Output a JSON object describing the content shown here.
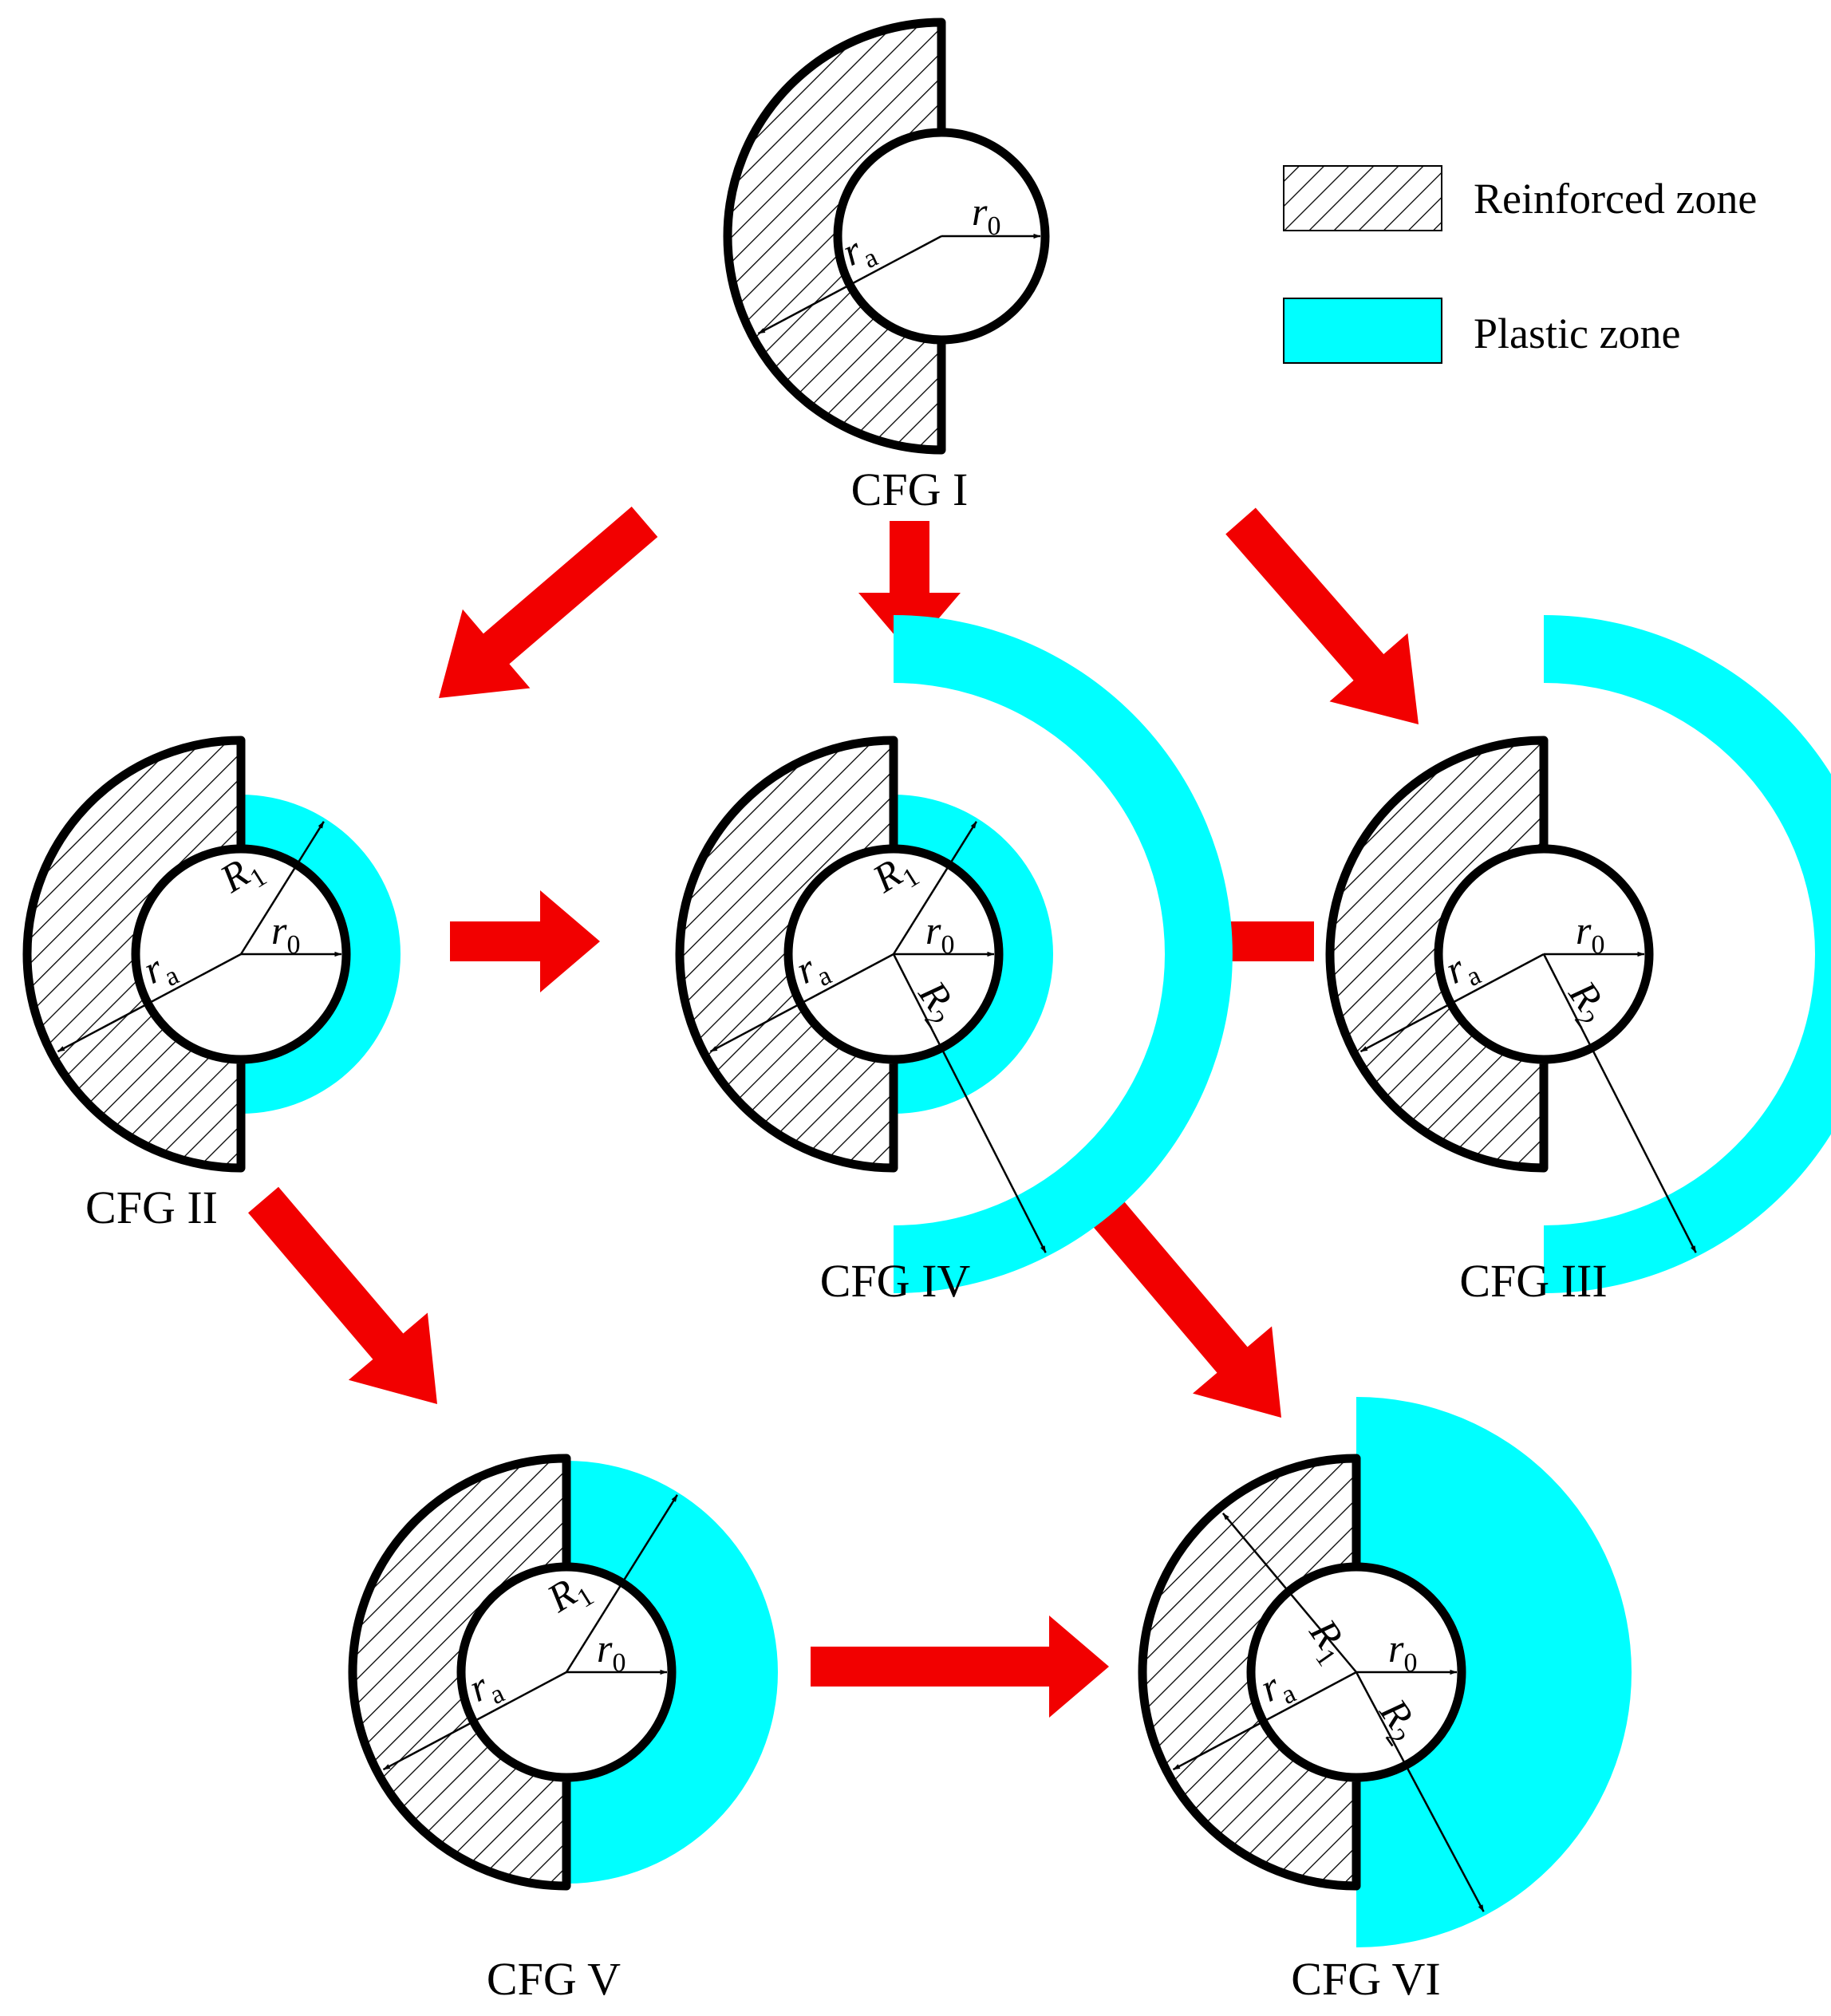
{
  "legend": {
    "reinforced_zone": "Reinforced zone",
    "plastic_zone": "Plastic zone"
  },
  "colors": {
    "plastic": "#00FFFF",
    "arrow": "#F20000",
    "outline": "#000000"
  },
  "symbols": {
    "r": "r",
    "R": "R",
    "sub_a": "a",
    "sub_0": "0",
    "sub_1": "1",
    "sub_2": "2"
  },
  "configurations": [
    {
      "id": "I",
      "label": "CFG I",
      "plastic_rings": []
    },
    {
      "id": "II",
      "label": "CFG II",
      "plastic_rings": [
        "R1"
      ]
    },
    {
      "id": "III",
      "label": "CFG III",
      "plastic_rings": [
        "R2"
      ]
    },
    {
      "id": "IV",
      "label": "CFG IV",
      "plastic_rings": [
        "R1",
        "R2"
      ]
    },
    {
      "id": "V",
      "label": "CFG V",
      "plastic_rings": [
        "R1"
      ]
    },
    {
      "id": "VI",
      "label": "CFG VI",
      "plastic_rings": [
        "R1",
        "R2"
      ]
    }
  ],
  "transitions": [
    {
      "from": "I",
      "to": "II"
    },
    {
      "from": "I",
      "to": "IV"
    },
    {
      "from": "I",
      "to": "III"
    },
    {
      "from": "II",
      "to": "IV"
    },
    {
      "from": "III",
      "to": "IV"
    },
    {
      "from": "II",
      "to": "V"
    },
    {
      "from": "IV",
      "to": "VI"
    },
    {
      "from": "V",
      "to": "VI"
    }
  ]
}
